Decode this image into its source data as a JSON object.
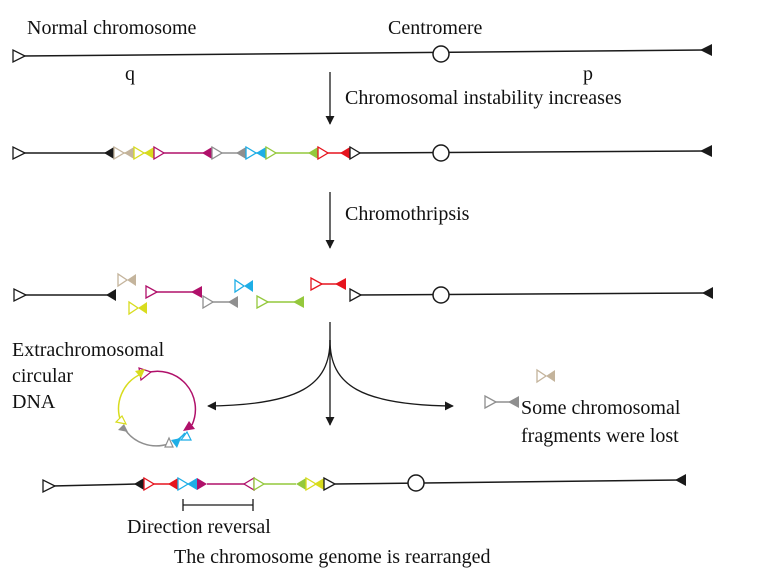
{
  "labels": {
    "normal_chromosome": "Normal chromosome",
    "centromere": "Centromere",
    "q_arm": "q",
    "p_arm": "p",
    "instability": "Chromosomal instability increases",
    "chromothripsis": "Chromothripsis",
    "ecdna_line1": "Extrachromosomal",
    "ecdna_line2": "circular",
    "ecdna_line3": "DNA",
    "lost_line1": "Some chromosomal",
    "lost_line2": "fragments were lost",
    "direction_reversal": "Direction reversal",
    "rearranged": "The chromosome genome is rearranged"
  },
  "colors": {
    "black": "#1a1a1a",
    "tan": "#c4b49c",
    "yellow": "#d8dc1e",
    "magenta": "#b0106a",
    "gray": "#8f8f8f",
    "cyan": "#1eaee6",
    "green": "#94c83c",
    "red": "#e6141e"
  },
  "icons": {
    "centromere": "circle-icon",
    "segment_end": "triangle-icon",
    "flow_arrow": "arrow-icon"
  }
}
